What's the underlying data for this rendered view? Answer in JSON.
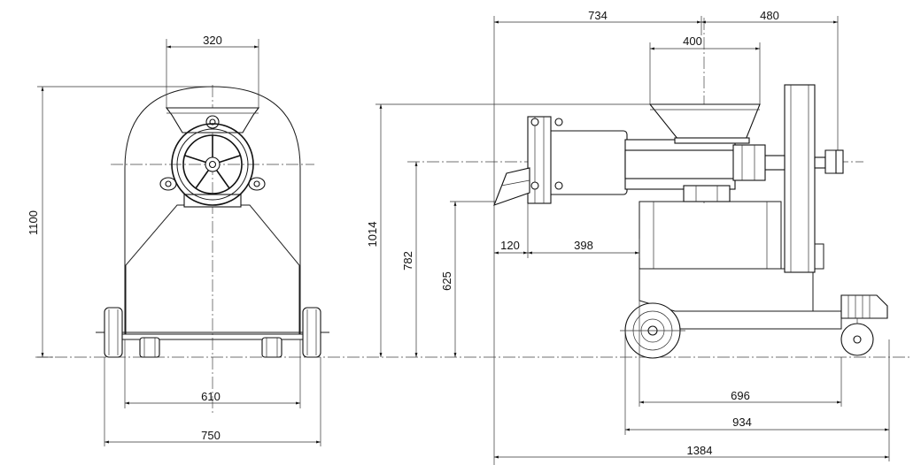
{
  "drawing": {
    "front_view": {
      "hopper_width": "320",
      "total_height": "1100",
      "wheel_inner_width": "610",
      "wheel_outer_width": "750"
    },
    "side_view": {
      "top_left_length": "734",
      "top_right_length": "480",
      "hopper_width": "400",
      "hopper_top_height": "1014",
      "axis_height": "782",
      "outlet_height": "625",
      "outlet_offset": "120",
      "outlet_to_body": "398",
      "cart_length": "696",
      "wheelbase": "934",
      "total_length": "1384"
    }
  }
}
